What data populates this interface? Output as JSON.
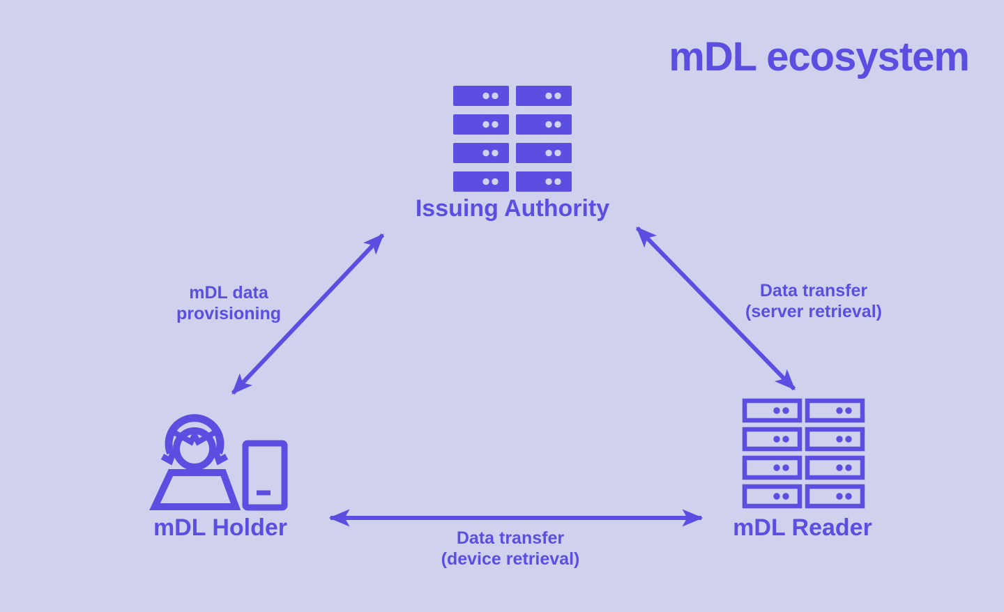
{
  "title": "mDL ecosystem",
  "colors": {
    "background": "#d0d1ed",
    "accent": "#5b4ee0"
  },
  "nodes": {
    "issuing_authority": {
      "label": "Issuing Authority",
      "icon": "server-rack-filled-icon"
    },
    "mdl_holder": {
      "label": "mDL Holder",
      "icon": "person-with-phone-icon"
    },
    "mdl_reader": {
      "label": "mDL Reader",
      "icon": "server-rack-outline-icon"
    }
  },
  "connections": [
    {
      "from": "mdl_holder",
      "to": "issuing_authority",
      "label_line1": "mDL data",
      "label_line2": "provisioning",
      "style": "double-headed-arrow"
    },
    {
      "from": "issuing_authority",
      "to": "mdl_reader",
      "label_line1": "Data transfer",
      "label_line2": "(server retrieval)",
      "style": "double-headed-arrow"
    },
    {
      "from": "mdl_holder",
      "to": "mdl_reader",
      "label_line1": "Data transfer",
      "label_line2": "(device retrieval)",
      "style": "double-headed-arrow"
    }
  ]
}
